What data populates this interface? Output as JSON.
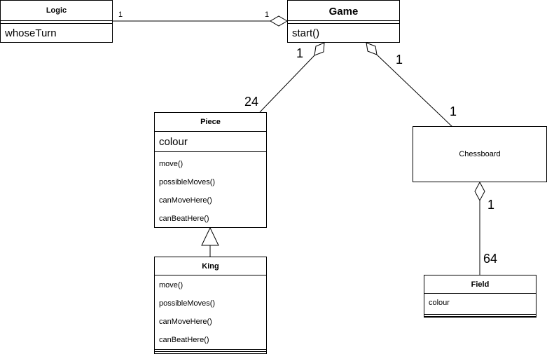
{
  "classes": {
    "logic": {
      "name": "Logic",
      "attribute": "whoseTurn"
    },
    "game": {
      "name": "Game",
      "method": "start()"
    },
    "piece": {
      "name": "Piece",
      "attribute": "colour",
      "methods": [
        "move()",
        "possibleMoves()",
        "canMoveHere()",
        "canBeatHere()"
      ]
    },
    "king": {
      "name": "King",
      "methods": [
        "move()",
        "possibleMoves()",
        "canMoveHere()",
        "canBeatHere()"
      ]
    },
    "chessboard": {
      "name": "Chessboard"
    },
    "field": {
      "name": "Field",
      "attribute": "colour"
    }
  },
  "multiplicities": {
    "logic_game_logic_end": "1",
    "logic_game_game_end": "1",
    "game_piece_game_end": "1",
    "game_piece_piece_end": "24",
    "game_board_game_end": "1",
    "game_board_board_end": "1",
    "board_field_board_end": "1",
    "board_field_field_end": "64"
  },
  "colors": {
    "line": "#000000",
    "background": "#ffffff"
  }
}
